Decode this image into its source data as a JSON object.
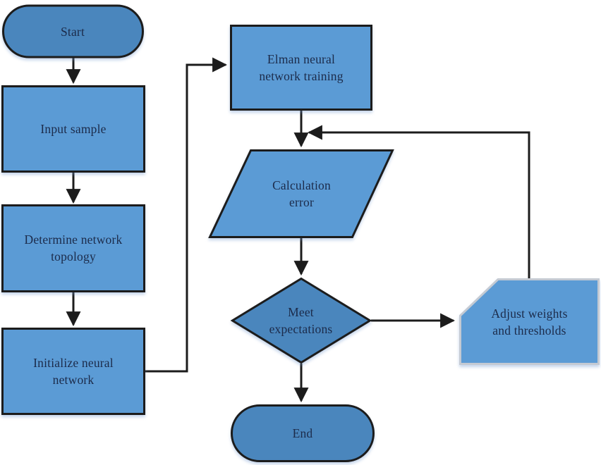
{
  "diagram": {
    "type": "flowchart",
    "colors": {
      "background": "#ffffff",
      "process_fill": "#5b9bd5",
      "terminator_fill": "#4a86bd",
      "decision_fill": "#4a86bd",
      "border": "#1c1c1c",
      "adjust_border": "#c4cad3",
      "connector": "#1c1c1c",
      "text": "#1c2b4a"
    },
    "nodes": {
      "start": {
        "type": "terminator",
        "lines": [
          "Start"
        ]
      },
      "input_sample": {
        "type": "process",
        "lines": [
          "Input sample"
        ]
      },
      "determine_topology": {
        "type": "process",
        "lines": [
          "Determine network",
          "topology"
        ]
      },
      "initialize_network": {
        "type": "process",
        "lines": [
          "Initialize neural",
          "network"
        ]
      },
      "elman_training": {
        "type": "process",
        "lines": [
          "Elman neural",
          "network training"
        ]
      },
      "calculation_error": {
        "type": "data-parallelogram",
        "lines": [
          "Calculation",
          "error"
        ]
      },
      "meet_expectations": {
        "type": "decision",
        "lines": [
          "Meet",
          "expectations"
        ]
      },
      "end": {
        "type": "terminator",
        "lines": [
          "End"
        ]
      },
      "adjust_weights": {
        "type": "operation-chamfered",
        "lines": [
          "Adjust weights",
          "and thresholds"
        ]
      }
    },
    "edges": [
      {
        "from": "start",
        "to": "input_sample"
      },
      {
        "from": "input_sample",
        "to": "determine_topology"
      },
      {
        "from": "determine_topology",
        "to": "initialize_network"
      },
      {
        "from": "initialize_network",
        "to": "elman_training"
      },
      {
        "from": "elman_training",
        "to": "calculation_error"
      },
      {
        "from": "calculation_error",
        "to": "meet_expectations"
      },
      {
        "from": "meet_expectations",
        "to": "end"
      },
      {
        "from": "meet_expectations",
        "to": "adjust_weights"
      },
      {
        "from": "adjust_weights",
        "to": "elman_training_calculation_error_connector"
      }
    ]
  }
}
